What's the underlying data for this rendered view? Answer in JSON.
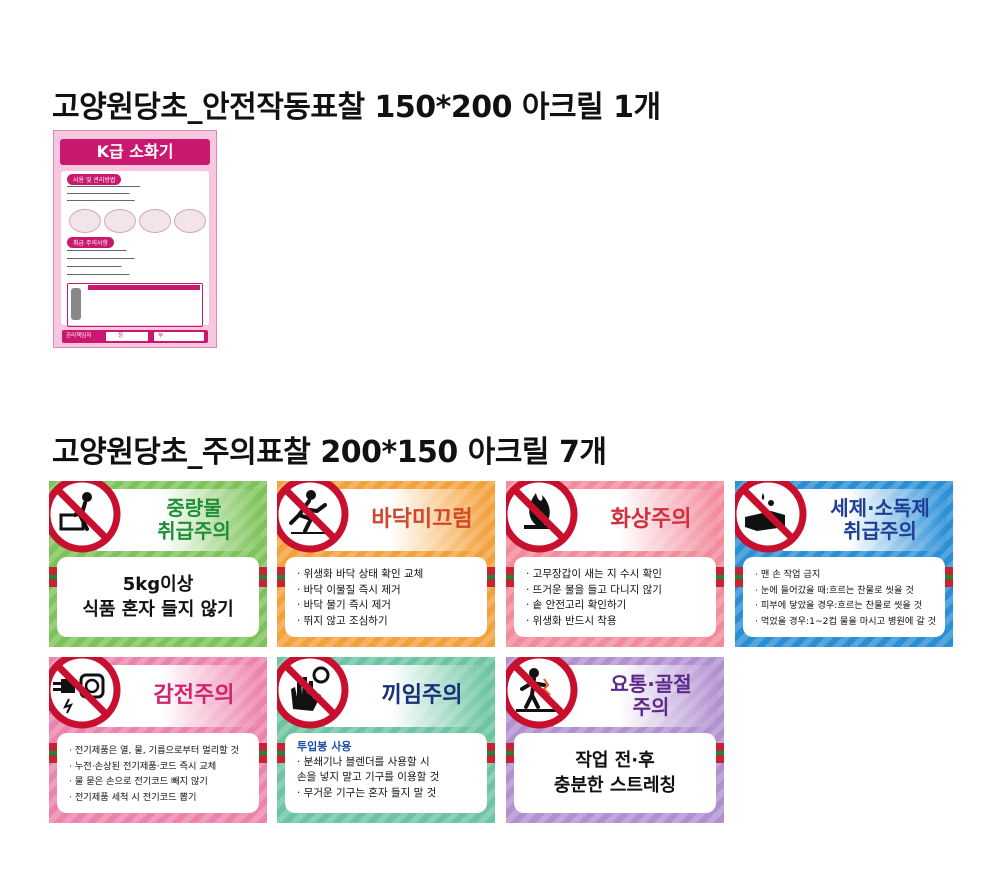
{
  "heading1": "고양원당초_안전작동표찰 150*200 아크릴 1개",
  "heading2": "고양원당초_주의표찰 200*150 아크릴 7개",
  "ksign": {
    "title": "K급 소화기",
    "section1": "사용 및 관리방법",
    "section2": "취급 주의사항",
    "footer_label": "관리책임자",
    "footer_a": "정",
    "footer_b": "부",
    "accent": "#c9196e"
  },
  "signs": [
    {
      "title_lines": [
        "중량물",
        "취급주의"
      ],
      "title_color": "#1f8f3a",
      "theme": "#7dc35a",
      "icon": "lifting-worker-icon",
      "big_lines": [
        "5kg이상",
        "식품 혼자 들지 않기"
      ],
      "bullets": []
    },
    {
      "title_lines": [
        "바닥미끄럼"
      ],
      "title_color": "#d2462c",
      "theme": "#f3a13b",
      "icon": "slipping-person-icon",
      "big_lines": [],
      "bullets": [
        "· 위생화 바닥 상태 확인 교체",
        "· 바닥 이물질 즉시 제거",
        "· 바닥 물기 즉시 제거",
        "· 뛰지 않고 조심하기"
      ]
    },
    {
      "title_lines": [
        "화상주의"
      ],
      "title_color": "#d2303c",
      "theme": "#f28b9b",
      "icon": "flame-icon",
      "big_lines": [],
      "bullets": [
        "· 고무장갑이 새는 지 수시 확인",
        "· 뜨거운 물을 들고 다니지 않기",
        "· 솥 안전고리 확인하기",
        "· 위생화 반드시 착용"
      ]
    },
    {
      "title_lines": [
        "세제·소독제",
        "취급주의"
      ],
      "title_color": "#1d3f94",
      "theme": "#2b8fd6",
      "icon": "chemical-hand-icon",
      "big_lines": [],
      "bullets": [
        "· 맨 손 작업 금지",
        "· 눈에 들어갔을 때:흐르는 찬물로 씻을 것",
        "· 피부에 닿았을 경우:흐르는 찬물로 씻을 것",
        "· 먹었을 경우:1~2컵 물을 마시고 병원에 갈 것"
      ]
    },
    {
      "title_lines": [
        "감전주의"
      ],
      "title_color": "#d4236e",
      "theme": "#ec83ac",
      "icon": "electric-plug-icon",
      "big_lines": [],
      "bullets": [
        "· 전기제품은 열, 물, 기름으로부터 멀리할 것",
        "· 누전·손상된 전기제품·코드 즉시 교체",
        "· 물 묻은 손으로 전기코드 빼지 않기",
        "· 전기제품 세척 시 전기코드 뽑기"
      ]
    },
    {
      "title_lines": [
        "끼임주의"
      ],
      "title_color": "#1a2f7a",
      "theme": "#6cc4a2",
      "icon": "hand-gear-icon",
      "big_lines": [],
      "subheading": "투입봉 사용",
      "bullets": [
        "· 분쇄기나 블렌더를 사용할 시",
        "  손을 넣지 말고 기구를 이용할 것",
        "· 무거운 기구는 혼자 들지 말 것"
      ]
    },
    {
      "title_lines": [
        "요통·골절",
        "주의"
      ],
      "title_color": "#5b2a8a",
      "theme": "#b190d0",
      "icon": "back-pain-icon",
      "big_lines": [
        "작업 전·후",
        "충분한 스트레칭"
      ],
      "bullets": []
    }
  ]
}
